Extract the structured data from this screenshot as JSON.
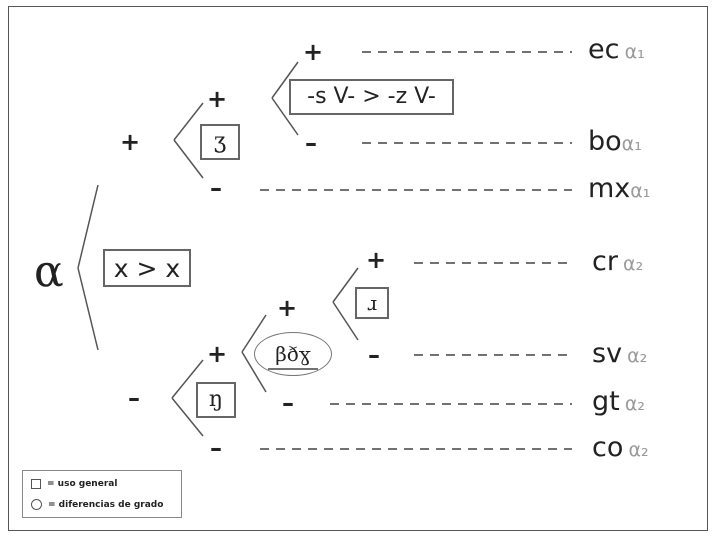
{
  "root": {
    "symbol": "α",
    "box_label": "x > x"
  },
  "signs": {
    "plus": "+",
    "minus": "–"
  },
  "nodes": {
    "zh_box": "ʒ",
    "sv_rule_box": "-s V- > -z V-",
    "eng_box": "ŋ",
    "fricatives_ellipse": "βðɣ",
    "r_box": "ɹ"
  },
  "leaves": [
    {
      "code": "ec",
      "sub": "α₁"
    },
    {
      "code": "bo",
      "sub": "α₁"
    },
    {
      "code": "mx",
      "sub": "α₁"
    },
    {
      "code": "cr",
      "sub": "α₂"
    },
    {
      "code": "sv",
      "sub": "α₂"
    },
    {
      "code": "gt",
      "sub": "α₂"
    },
    {
      "code": "co",
      "sub": "α₂"
    }
  ],
  "legend": {
    "square_label": "= uso general",
    "circle_label": "= diferencias de grado"
  },
  "colors": {
    "stroke": "#555555",
    "text": "#222222",
    "subscript": "#9a9a9a"
  }
}
